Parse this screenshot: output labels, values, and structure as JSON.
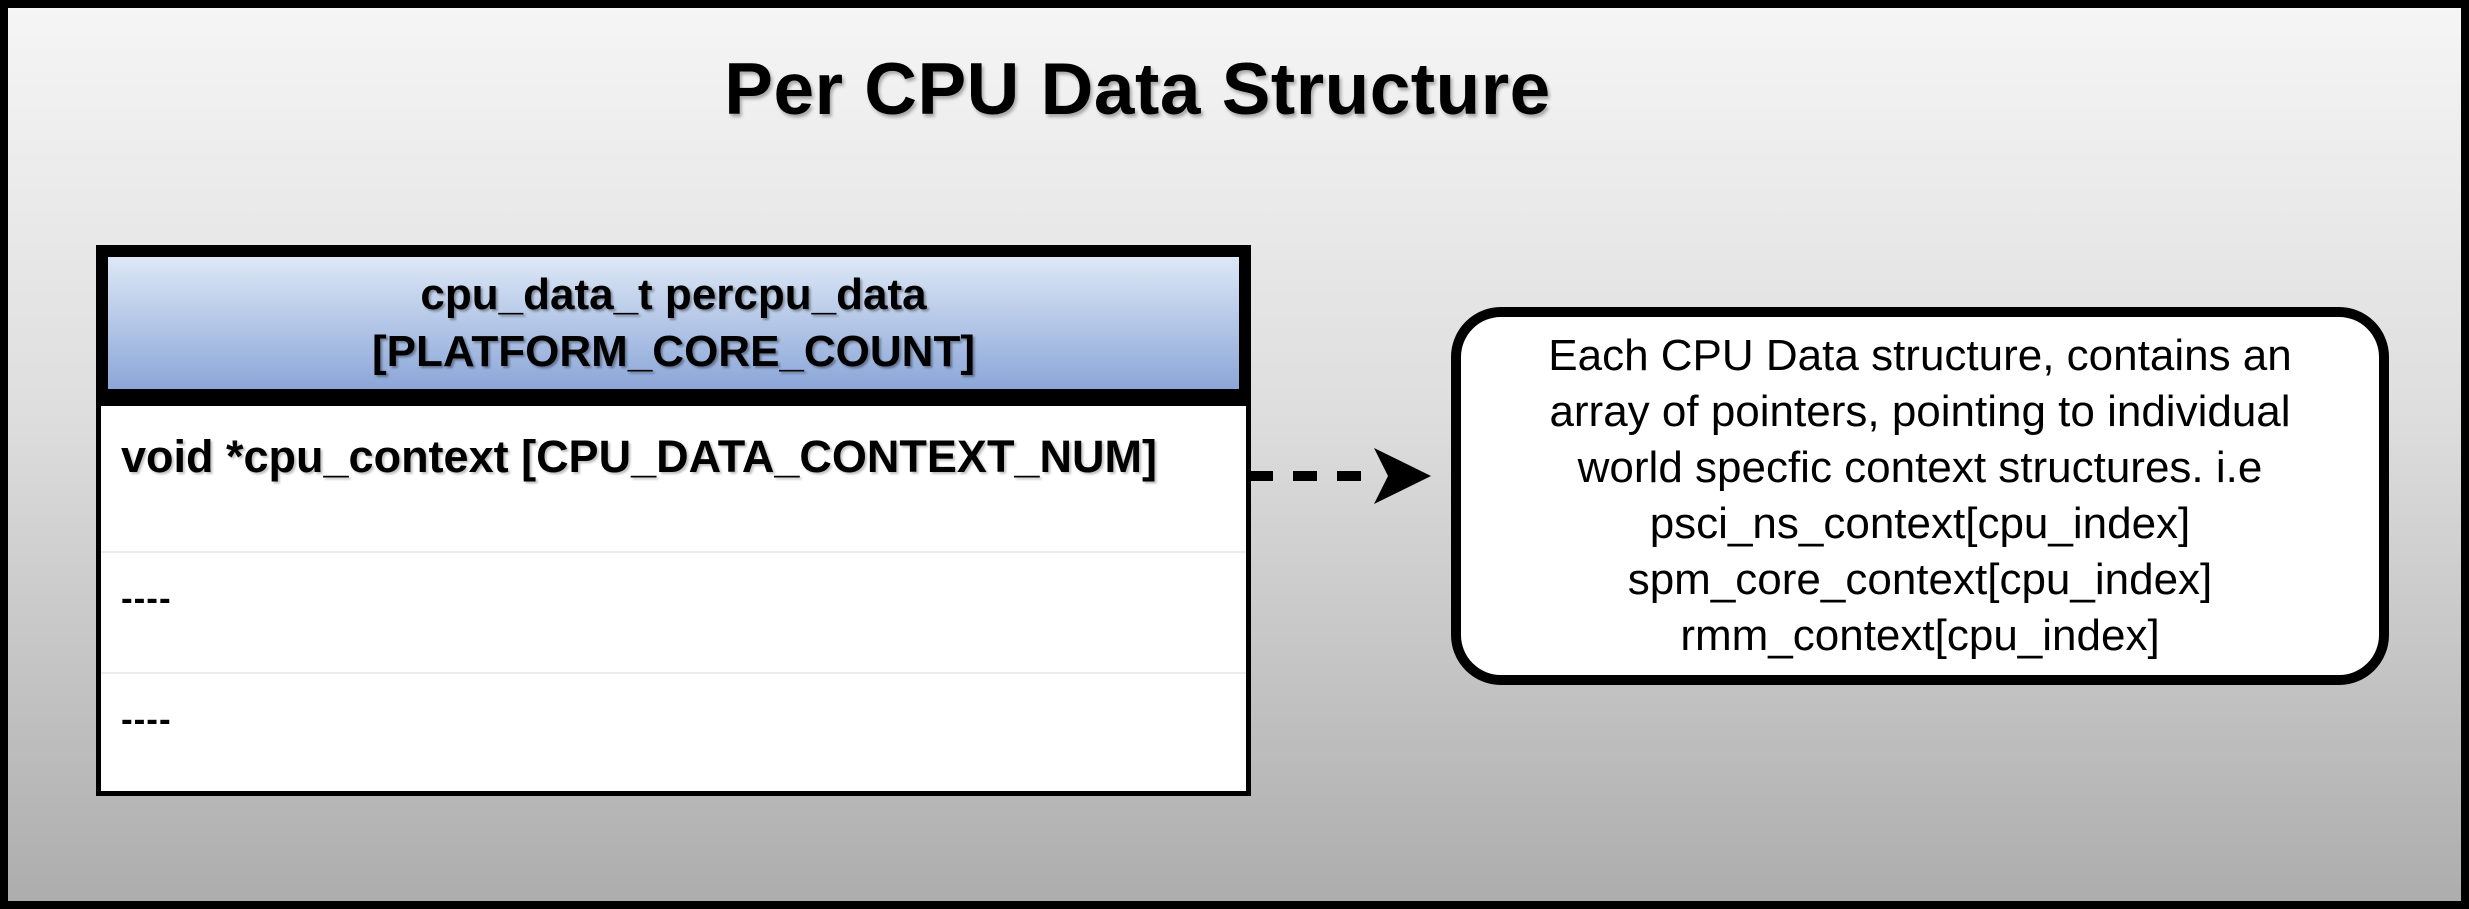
{
  "title": "Per CPU Data Structure",
  "struct_table": {
    "header": {
      "line1": "cpu_data_t percpu_data",
      "line2": "[PLATFORM_CORE_COUNT]"
    },
    "rows": [
      {
        "label": "void *cpu_context [CPU_DATA_CONTEXT_NUM]"
      },
      {
        "label": "----"
      },
      {
        "label": "----"
      }
    ]
  },
  "arrow": {
    "style": "dashed",
    "direction": "right"
  },
  "callout": {
    "lines": [
      "Each CPU Data structure, contains an",
      "array of pointers, pointing to individual",
      "world specfic context structures. i.e",
      "psci_ns_context[cpu_index]",
      "spm_core_context[cpu_index]",
      "rmm_context[cpu_index]"
    ]
  },
  "colors": {
    "background_top": "#f5f5f5",
    "background_bottom": "#adadad",
    "header_gradient_top": "#dde8f6",
    "header_gradient_bottom": "#8ba6d8",
    "table_fill": "#ffffff",
    "callout_fill": "#ffffff",
    "row_separator": "#ececec",
    "border": "#000000",
    "text": "#000000"
  }
}
